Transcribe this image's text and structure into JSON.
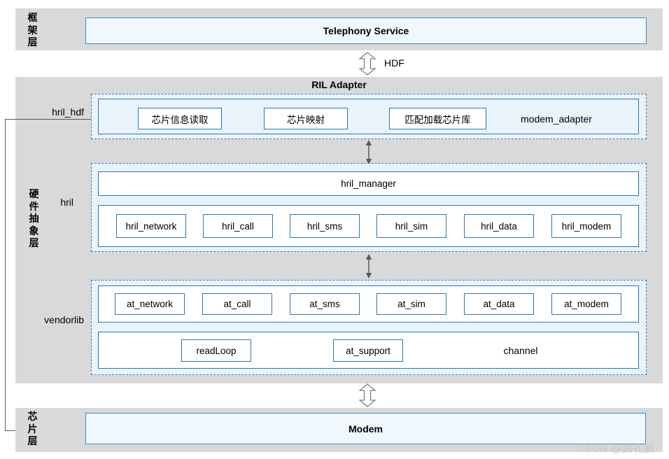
{
  "frame_layer": {
    "label": "框架层",
    "service_box": "Telephony Service"
  },
  "hdf_link": {
    "label": "HDF"
  },
  "ril_adapter": {
    "title": "RIL Adapter",
    "hal_label": "硬件抽象层",
    "hril_hdf": {
      "label": "hril_hdf",
      "boxes": [
        "芯片信息读取",
        "芯片映射",
        "匹配加载芯片库"
      ],
      "tag": "modem_adapter"
    },
    "hril": {
      "label": "hril",
      "manager": "hril_manager",
      "modules": [
        "hril_network",
        "hril_call",
        "hril_sms",
        "hril_sim",
        "hril_data",
        "hril_modem"
      ]
    },
    "vendorlib": {
      "label": "vendorlib",
      "modules": [
        "at_network",
        "at_call",
        "at_sms",
        "at_sim",
        "at_data",
        "at_modem"
      ],
      "bottom_boxes": [
        "readLoop",
        "at_support"
      ],
      "tag": "channel"
    }
  },
  "chip_layer": {
    "label": "芯片层",
    "modem_box": "Modem"
  },
  "watermark": "CSDN @龚礼鹏",
  "colors": {
    "layer_band": "#d9d9d9",
    "panel_fill": "#e9f3fb",
    "dashed_border": "#4472c4",
    "box_border": "#2e75b6",
    "highlight_border": "#2e8fd0",
    "highlight_fill": "#f0f7fd",
    "arrow": "#595959",
    "hollow_arrow_outline": "#7f7f7f"
  }
}
